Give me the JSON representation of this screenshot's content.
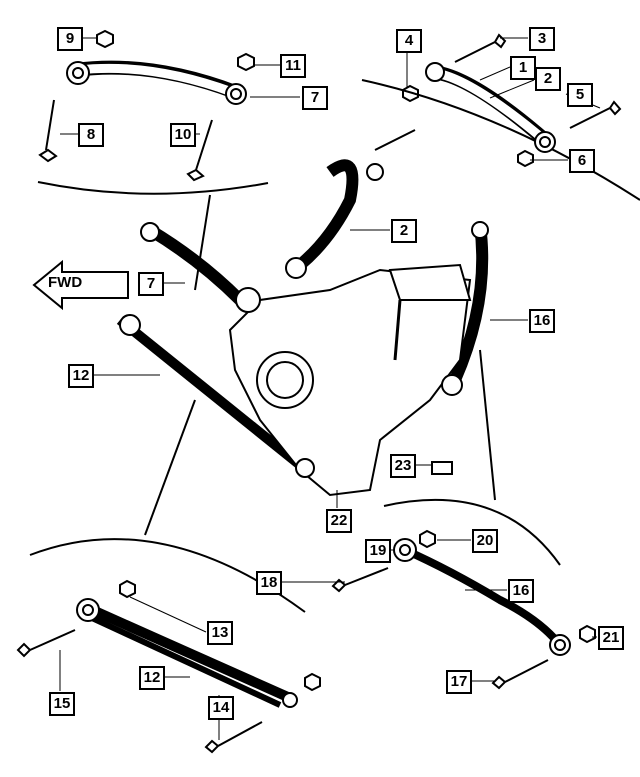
{
  "diagram": {
    "fwd_label": "FWD",
    "callouts": [
      "9",
      "11",
      "7",
      "8",
      "10",
      "4",
      "3",
      "1",
      "2",
      "5",
      "6",
      "2",
      "7",
      "12",
      "16",
      "23",
      "22",
      "20",
      "19",
      "18",
      "16",
      "13",
      "21",
      "12",
      "17",
      "15",
      "14"
    ]
  },
  "colors": {
    "line": "#000000",
    "background": "#ffffff"
  }
}
